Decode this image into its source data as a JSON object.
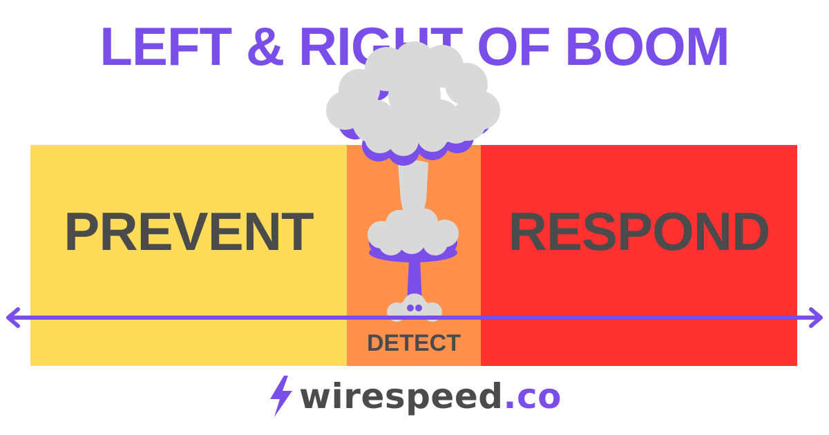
{
  "title": "LEFT & RIGHT OF BOOM",
  "zones": {
    "prevent": "PREVENT",
    "detect": "DETECT",
    "respond": "RESPOND"
  },
  "brand": {
    "name": "wirespeed",
    "tld": ".co"
  },
  "colors": {
    "accent_purple": "#7a4ee8",
    "prevent_fill": "#fedc5a",
    "detect_fill": "#ff914d",
    "respond_fill": "#ff3131",
    "label_text": "#4b4b4b",
    "cloud_gray": "#d9d9d9",
    "white": "#ffffff"
  },
  "icons": {
    "explosion": "mushroom-cloud-icon",
    "timeline": "double-arrow-icon",
    "brand_mark": "lightning-bolt-icon"
  }
}
